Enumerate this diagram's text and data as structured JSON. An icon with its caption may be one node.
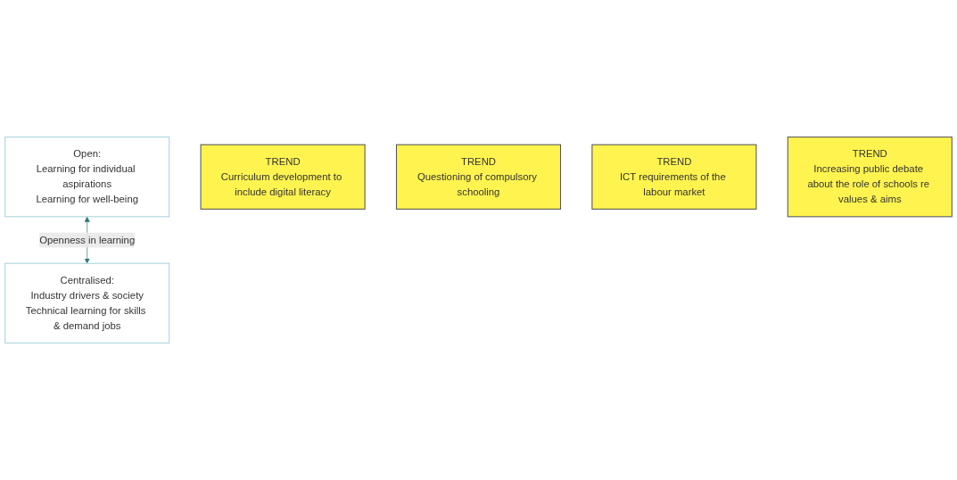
{
  "diagram": {
    "nodes": [
      {
        "text": [
          "Open:",
          "Learning for individual aspirations",
          "Learning for well-being"
        ]
      },
      {
        "text": [
          "Centralised:",
          "Industry drivers & society",
          "Technical learning for skills & demand jobs"
        ]
      },
      {
        "text": [
          "TREND",
          "Curriculum development to include digital literacy"
        ]
      },
      {
        "text": [
          "TREND",
          "Questioning of compulsory schooling"
        ]
      },
      {
        "text": [
          "TREND",
          "ICT requirements of the labour market"
        ]
      },
      {
        "text": [
          "TREND",
          "Increasing public debate about the role of schools re values & aims"
        ]
      }
    ],
    "edges": [
      {
        "from": 0,
        "to": 1,
        "arrow": "both",
        "label": "Openness in learning",
        "color": "#2e7b78"
      }
    ]
  }
}
